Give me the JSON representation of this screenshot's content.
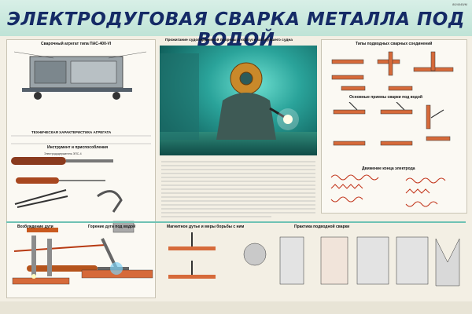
{
  "header": {
    "title": "ЭЛЕКТРОДУГОВАЯ СВАРКА МЕТАЛЛА ПОД ВОДОЙ",
    "code": "80/4045/М"
  },
  "left": {
    "unit_title": "Сварочный агрегат типа ПАС-400-VI",
    "tools_title": "Инструмент и приспособления",
    "holder_label": "Электрододержатель ЭПС-4",
    "spec_title": "ТЕХНИЧЕСКАЯ ХАРАКТЕРИСТИКА АГРЕГАТА"
  },
  "center": {
    "scene_caption": "Прожигание судоподъемной прорезы в корпусе затонувшего судна"
  },
  "right": {
    "joint_types_title": "Типы подводных сварных соединений",
    "techniques_title": "Основные приемы сварки под водой",
    "electrode_motion_title": "Движение конца электрода"
  },
  "bottom": {
    "arc_start": "Возбуждение дуги",
    "arc_burning": "Горение дуги под водой",
    "magnetic_blow": "Магнитное дутье и меры борьбы с ним",
    "practice": "Практика подводной сварки"
  },
  "colors": {
    "title": "#152a66",
    "band": "#bfe3d6",
    "water": "#2aa39a"
  }
}
